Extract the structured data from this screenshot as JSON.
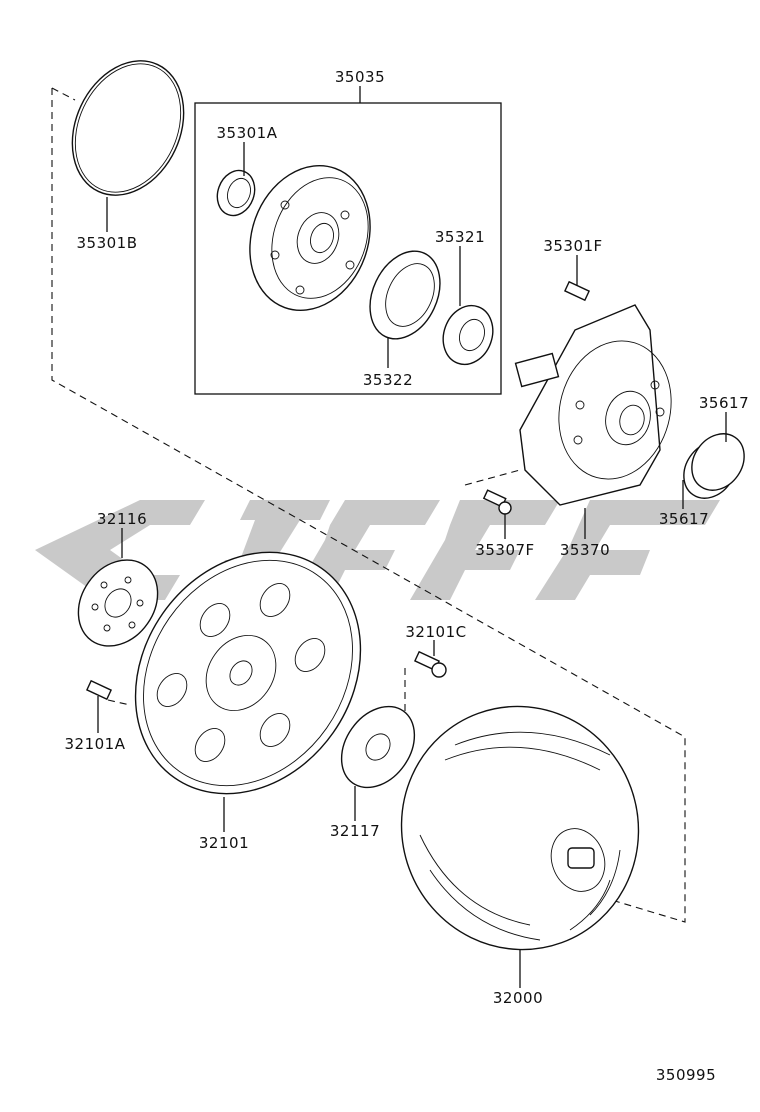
{
  "diagram": {
    "labels": {
      "p35035": "35035",
      "p35301A": "35301A",
      "p35301B": "35301B",
      "p35321": "35321",
      "p35322": "35322",
      "p35301F": "35301F",
      "p35617a": "35617",
      "p35617b": "35617",
      "p35307F": "35307F",
      "p35370": "35370",
      "p32116": "32116",
      "p32101C": "32101C",
      "p32101A": "32101A",
      "p32101": "32101",
      "p32117": "32117",
      "p32000": "32000",
      "diagram_no": "350995"
    },
    "watermark_color": "#c9c9c9"
  }
}
